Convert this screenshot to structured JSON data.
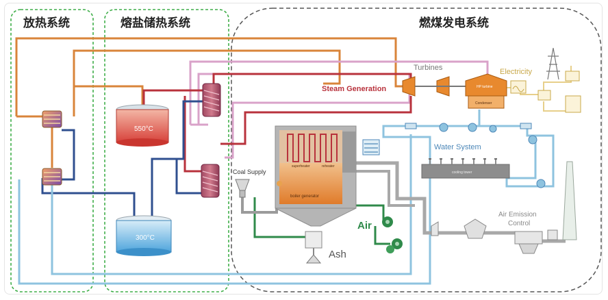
{
  "zones": {
    "discharge": "放热系统",
    "storage": "熔盐储热系统",
    "coal_power": "燃煤发电系统"
  },
  "tanks": {
    "hot": "550°C",
    "cold": "300°C"
  },
  "labels": {
    "steam_generation": "Steam Generation",
    "turbines": "Turbines",
    "electricity": "Electricity",
    "water_system": "Water System",
    "coal_supply": "Coal Supply",
    "air": "Air",
    "ash": "Ash",
    "air_emission_line1": "Air Emission",
    "air_emission_line2": "Control",
    "boiler_generator": "boiler generator",
    "superheater": "superheater",
    "reheater": "reheater",
    "condenser": "Condenser",
    "hp_turbine": "HP turbine",
    "cooling_tower": "cooling tower"
  },
  "colors": {
    "orange_pipe": "#d9843a",
    "red_pipe": "#b8323c",
    "pink_pipe": "#d9a2c9",
    "blue_pipe": "#8ec3df",
    "navy_pipe": "#2f4f8f",
    "green_pipe": "#2f8a4a",
    "gray_pipe": "#8f8f8f",
    "zone_green": "#3fae49",
    "zone_dark": "#555555"
  }
}
